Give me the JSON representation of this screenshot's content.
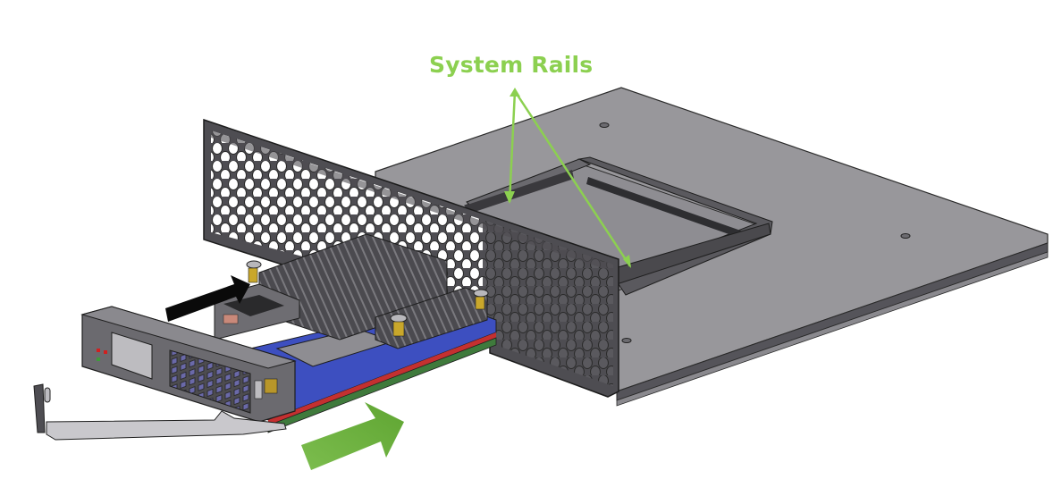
{
  "figure": {
    "callout_label": "System Rails",
    "callout_color": "#8cd050",
    "insert_arrow_color": "#6db33f",
    "components": [
      "system-plate",
      "rail-cage",
      "hex-vented-bracket",
      "ocp-card-pcb",
      "heatsink",
      "front-faceplate",
      "ejector-latch",
      "insert-direction-arrow"
    ],
    "colors": {
      "metal_light": "#9a999d",
      "metal_mid": "#6e6d72",
      "metal_dark": "#4a494d",
      "pcb_blue": "#3d4fc0",
      "pcb_green": "#3f7a3c",
      "trace_red": "#c43030"
    }
  }
}
